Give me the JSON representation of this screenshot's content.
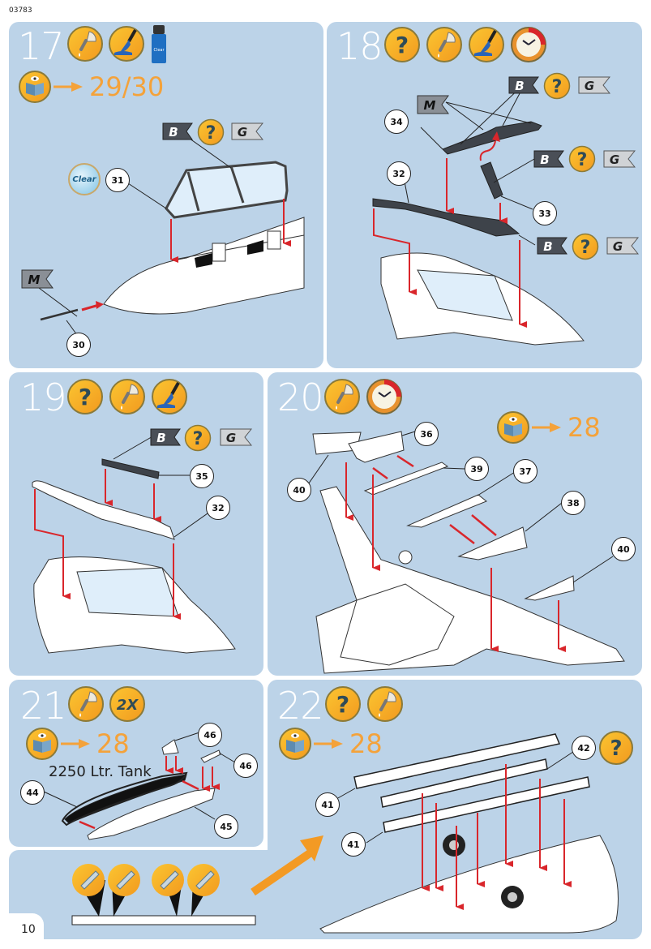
{
  "document": {
    "code": "03783",
    "page_number": "10"
  },
  "colors": {
    "panel_bg": "#bcd3e8",
    "icon_yellow": "#f7b51f",
    "ref_orange": "#f4a23a",
    "arrow_red": "#d9262b",
    "flag_dark": "#4a4f57",
    "flag_mid": "#8a8f96",
    "flag_light": "#d0d3d6"
  },
  "steps": [
    {
      "number": "17",
      "icons": [
        "glue-icon",
        "paint-brush-icon",
        "clear-paint-bottle-icon"
      ],
      "paint_bottle_label": "Clear",
      "reference": {
        "icon": "instruction-book-icon",
        "text": "29/30"
      },
      "parts": [
        "31",
        "30"
      ],
      "flags": [
        "B",
        "?",
        "G",
        "M"
      ],
      "badges": [
        "Clear"
      ]
    },
    {
      "number": "18",
      "icons": [
        "question-color-icon",
        "glue-icon",
        "paint-brush-icon",
        "clock-icon"
      ],
      "parts": [
        "34",
        "32",
        "33"
      ],
      "flag_groups": [
        {
          "items": [
            "B",
            "?",
            "G"
          ]
        },
        {
          "items": [
            "B",
            "?",
            "G"
          ]
        },
        {
          "items": [
            "B",
            "?",
            "G"
          ]
        }
      ],
      "extra_flag": "M"
    },
    {
      "number": "19",
      "icons": [
        "question-color-icon",
        "glue-icon",
        "paint-brush-icon"
      ],
      "parts": [
        "35",
        "32"
      ],
      "flag_group": [
        "B",
        "?",
        "G"
      ]
    },
    {
      "number": "20",
      "icons": [
        "glue-icon",
        "clock-icon"
      ],
      "reference": {
        "icon": "instruction-book-icon",
        "text": "28"
      },
      "parts": [
        "36",
        "39",
        "40",
        "37",
        "38",
        "40"
      ]
    },
    {
      "number": "21",
      "icons": [
        "glue-icon",
        "repeat-2x-icon"
      ],
      "repeat_label": "2X",
      "reference": {
        "icon": "instruction-book-icon",
        "text": "28"
      },
      "tank_label": "2250 Ltr. Tank",
      "parts": [
        "46",
        "46",
        "44",
        "45"
      ]
    },
    {
      "number": "22",
      "icons": [
        "question-color-icon",
        "glue-icon"
      ],
      "reference": {
        "icon": "instruction-book-icon",
        "text": "28"
      },
      "parts": [
        "42",
        "41",
        "41"
      ],
      "extra_icon": "question-color-icon"
    }
  ],
  "sprue_detail": {
    "cut_icons": [
      "cutter-icon",
      "cutter-icon",
      "cutter-icon",
      "cutter-icon"
    ]
  }
}
